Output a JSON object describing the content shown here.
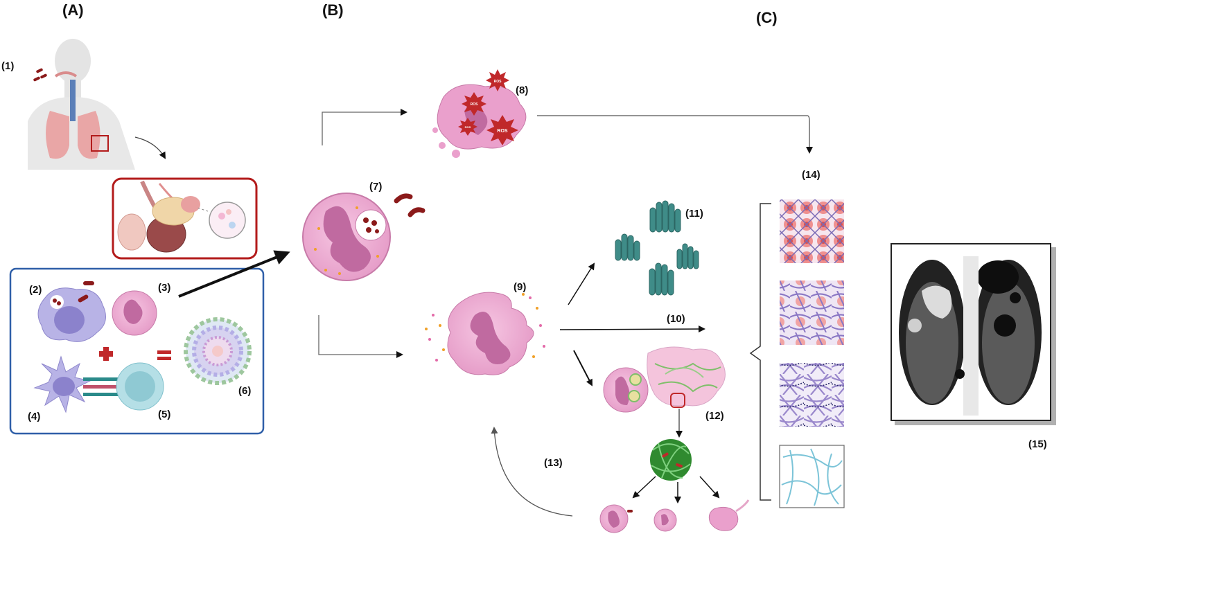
{
  "panels": {
    "a": "(A)",
    "b": "(B)",
    "c": "(C)"
  },
  "labels": {
    "n1": "(1)",
    "n2": "(2)",
    "n3": "(3)",
    "n4": "(4)",
    "n5": "(5)",
    "n6": "(6)",
    "n7": "(7)",
    "n8": "(8)",
    "n9": "(9)",
    "n10": "(10)",
    "n11": "(11)",
    "n12": "(12)",
    "n13": "(13)",
    "n14": "(14)",
    "n15": "(15)"
  },
  "ros_text": "ROS",
  "colors": {
    "red_frame": "#b31b1b",
    "blue_frame": "#2f5fa8",
    "cell_pink": "#eaa0cc",
    "nucleus": "#c06aa0",
    "bacteria": "#8b1a1a",
    "teal": "#3f8c88",
    "ros_red": "#c0282a"
  }
}
